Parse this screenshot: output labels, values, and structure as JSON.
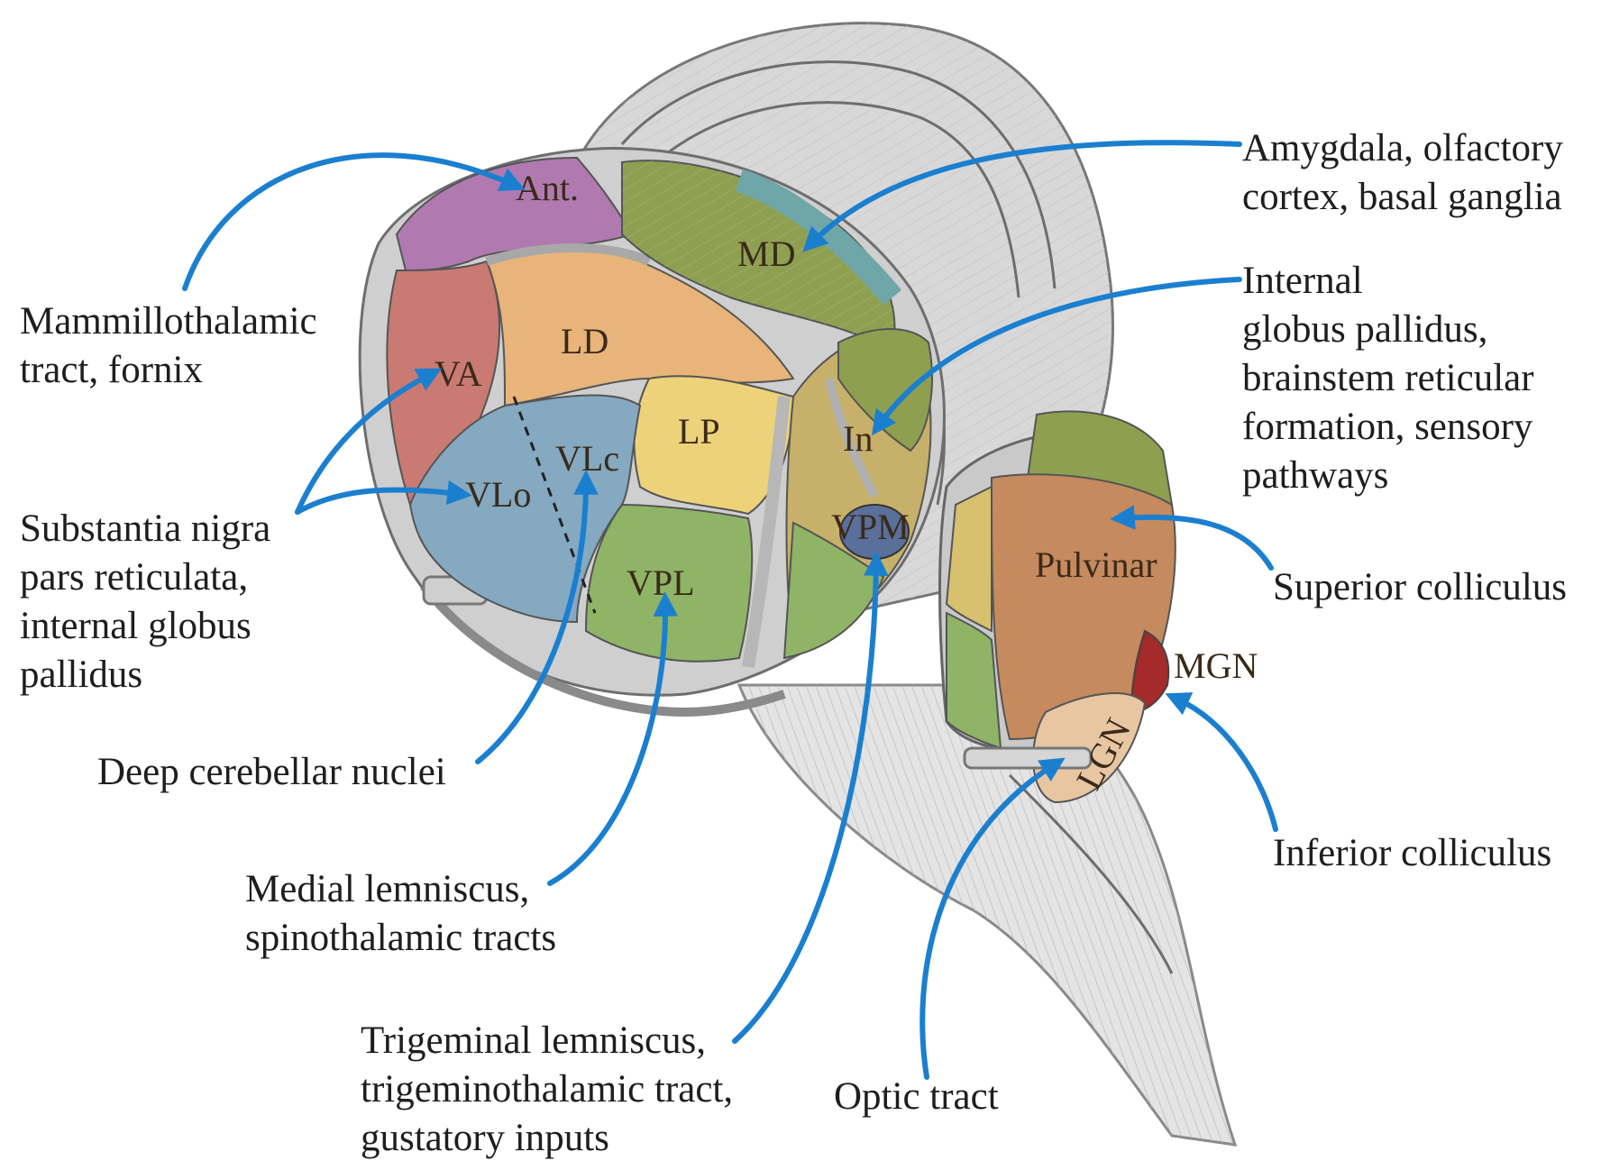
{
  "nuclei": {
    "ant": "Ant.",
    "md": "MD",
    "ld": "LD",
    "va": "VA",
    "lp": "LP",
    "vlc": "VLc",
    "vlo": "VLo",
    "in": "In",
    "vpm": "VPM",
    "vpl": "VPL",
    "pulvinar": "Pulvinar",
    "mgn": "MGN",
    "lgn": "LGN"
  },
  "labels": {
    "mammillothalamic": [
      "Mammillothalamic",
      "tract, fornix"
    ],
    "amygdala": [
      "Amygdala, olfactory",
      "cortex, basal ganglia"
    ],
    "internal_gp": [
      "Internal",
      "globus pallidus,",
      "brainstem reticular",
      "formation, sensory",
      "pathways"
    ],
    "substantia_nigra": [
      "Substantia nigra",
      "pars reticulata,",
      "internal globus",
      "pallidus"
    ],
    "superior_colliculus": [
      "Superior colliculus"
    ],
    "deep_cerebellar": [
      "Deep cerebellar nuclei"
    ],
    "inferior_colliculus": [
      "Inferior colliculus"
    ],
    "medial_lemniscus": [
      "Medial lemniscus,",
      "spinothalamic tracts"
    ],
    "trigeminal": [
      "Trigeminal lemniscus,",
      "trigeminothalamic tract,",
      "gustatory inputs"
    ],
    "optic_tract": [
      "Optic tract"
    ]
  },
  "colors": {
    "arrow": "#1b7fd0",
    "anterior": "#b07ab0",
    "md": "#8ea050",
    "md_band": "#6fa6a8",
    "ld": "#e8b47a",
    "va": "#c97a72",
    "lp": "#edd27a",
    "vl": "#84a9c0",
    "vpl": "#8fb466",
    "vpm": "#5a6f9a",
    "pulvinar": "#c58a5e",
    "mgn": "#a52a2a",
    "lgn": "#e8c6a2",
    "gray": "#c9c9c9"
  }
}
